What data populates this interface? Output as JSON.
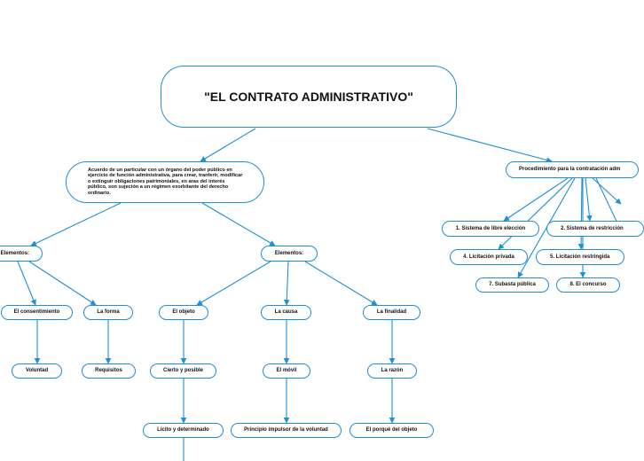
{
  "root": {
    "label": "\"EL CONTRATO ADMINISTRATIVO\""
  },
  "definition": {
    "text": "Acuerdo de un particular con un órgano del poder público en ejercicio de función administrativa, para crear, tranferir, modificar o extinguir obligaciones patrimoniales, en aras del interés público, son sujeción a un régimen exorbitante del derecho ordinario."
  },
  "procedure": {
    "label": "Procedimiento para la contratación adm",
    "options": {
      "o1": "1. Sistema de libre elección",
      "o2": "2. Sistema de restricción",
      "o4": "4. Licitación privada",
      "o5": "5. Licitación restringida",
      "o7": "7. Subasta pública",
      "o8": "8. El concurso"
    }
  },
  "elements_left": {
    "label": "Elementos:",
    "consent": "El consentimiento",
    "voluntad": "Voluntad",
    "forma": "La forma",
    "requisitos": "Requisitos"
  },
  "elements_mid": {
    "label": "Elementos:",
    "objeto": "El objeto",
    "cierto": "Cierto y posible",
    "licito": "Lícito y determinado",
    "causa": "La causa",
    "movil": "El móvil",
    "principio": "Principio impulsor de la voluntad",
    "finalidad": "La finalidad",
    "razon": "La razón",
    "porque": "El porqué del objeto"
  },
  "colors": {
    "accent": "#1f8fd6",
    "background": "#ffffff",
    "text": "#111111"
  }
}
